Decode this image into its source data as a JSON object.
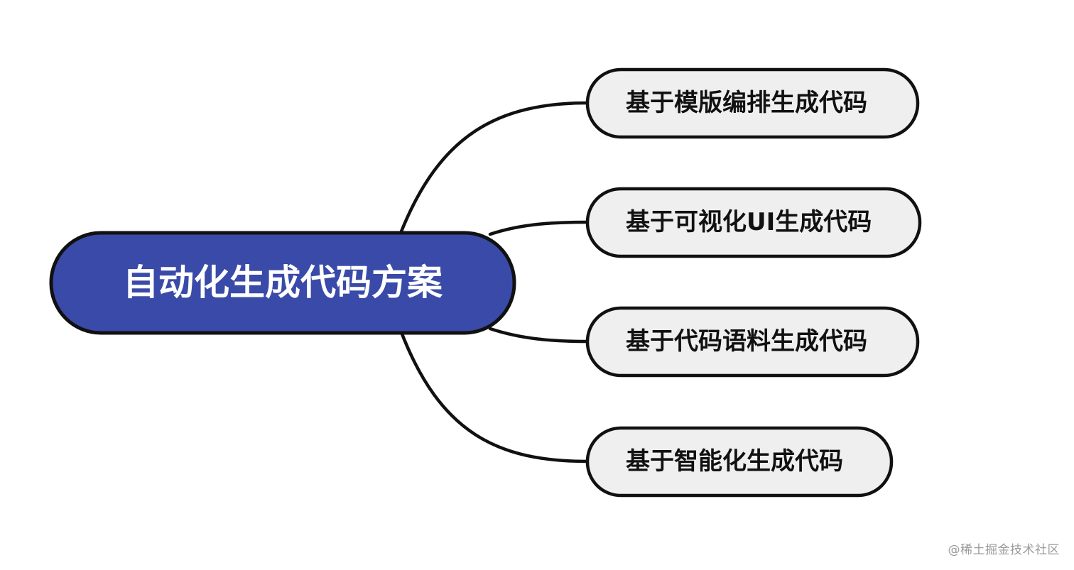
{
  "root": {
    "label": "自动化生成代码方案",
    "fill_color": "#3a4aa8"
  },
  "branches": [
    {
      "label": "基于模版编排生成代码"
    },
    {
      "label": "基于可视化UI生成代码"
    },
    {
      "label": "基于代码语料生成代码"
    },
    {
      "label": "基于智能化生成代码"
    }
  ],
  "branch_fill_color": "#efefef",
  "line_color": "#111111",
  "watermark": "@稀土掘金技术社区"
}
